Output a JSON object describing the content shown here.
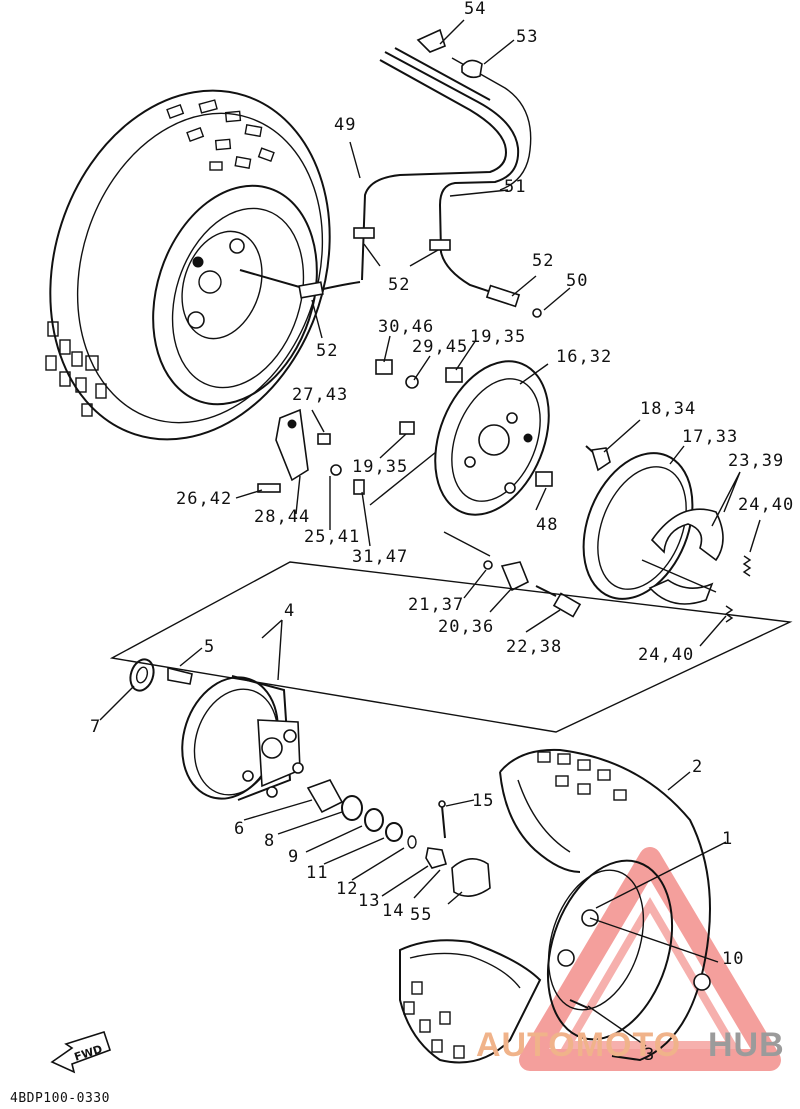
{
  "diagram": {
    "code": "4BDP100-0330",
    "fwd_label": "FWD",
    "watermark": {
      "left": "AUTOMOTO",
      "right": "HUB",
      "accent": "#e8322b",
      "left_color": "#f0b38a",
      "right_color": "#9b9b9b"
    },
    "callouts": {
      "c54": "54",
      "c53": "53",
      "c49": "49",
      "c51": "51",
      "c52a": "52",
      "c52b": "52",
      "c52c": "52",
      "c50": "50",
      "c30_46": "30,46",
      "c29_45": "29,45",
      "c19_35a": "19,35",
      "c16_32": "16,32",
      "c27_43": "27,43",
      "c18_34": "18,34",
      "c17_33": "17,33",
      "c23_39": "23,39",
      "c24_40a": "24,40",
      "c19_35b": "19,35",
      "c26_42": "26,42",
      "c28_44": "28,44",
      "c25_41": "25,41",
      "c31_47": "31,47",
      "c48": "48",
      "c21_37": "21,37",
      "c20_36": "20,36",
      "c22_38": "22,38",
      "c24_40b": "24,40",
      "c4": "4",
      "c5": "5",
      "c7": "7",
      "c2": "2",
      "c15": "15",
      "c1": "1",
      "c6": "6",
      "c8": "8",
      "c9": "9",
      "c11": "11",
      "c12": "12",
      "c13": "13",
      "c14": "14",
      "c55": "55",
      "c10": "10",
      "c3": "3"
    }
  }
}
